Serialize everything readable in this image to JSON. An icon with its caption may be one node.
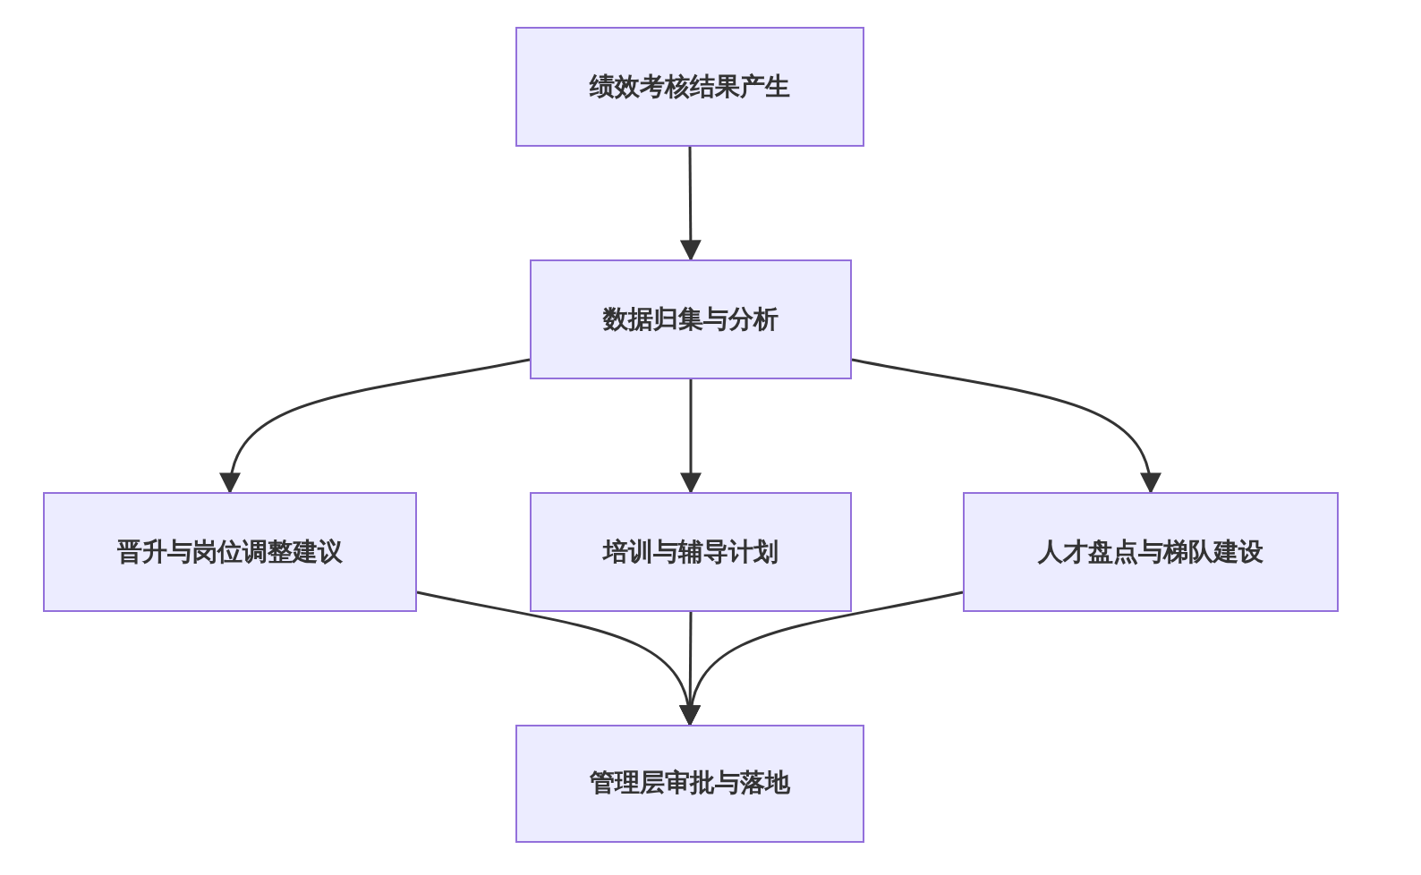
{
  "diagram": {
    "nodes": [
      {
        "text": [
          "绩效考核结果产生"
        ]
      },
      {
        "text": [
          "数据归集与分析"
        ]
      },
      {
        "text": [
          "晋升与岗位调整建议"
        ]
      },
      {
        "text": [
          "培训与辅导计划"
        ]
      },
      {
        "text": [
          "人才盘点与梯队建设"
        ]
      },
      {
        "text": [
          "管理层审批与落地"
        ]
      }
    ],
    "edges": [
      {
        "from": 0,
        "to": 1,
        "arrow": "to"
      },
      {
        "from": 1,
        "to": 2,
        "arrow": "to"
      },
      {
        "from": 1,
        "to": 3,
        "arrow": "to"
      },
      {
        "from": 1,
        "to": 4,
        "arrow": "to"
      },
      {
        "from": 2,
        "to": 5,
        "arrow": "to"
      },
      {
        "from": 3,
        "to": 5,
        "arrow": "to"
      },
      {
        "from": 4,
        "to": 5,
        "arrow": "to"
      }
    ]
  }
}
